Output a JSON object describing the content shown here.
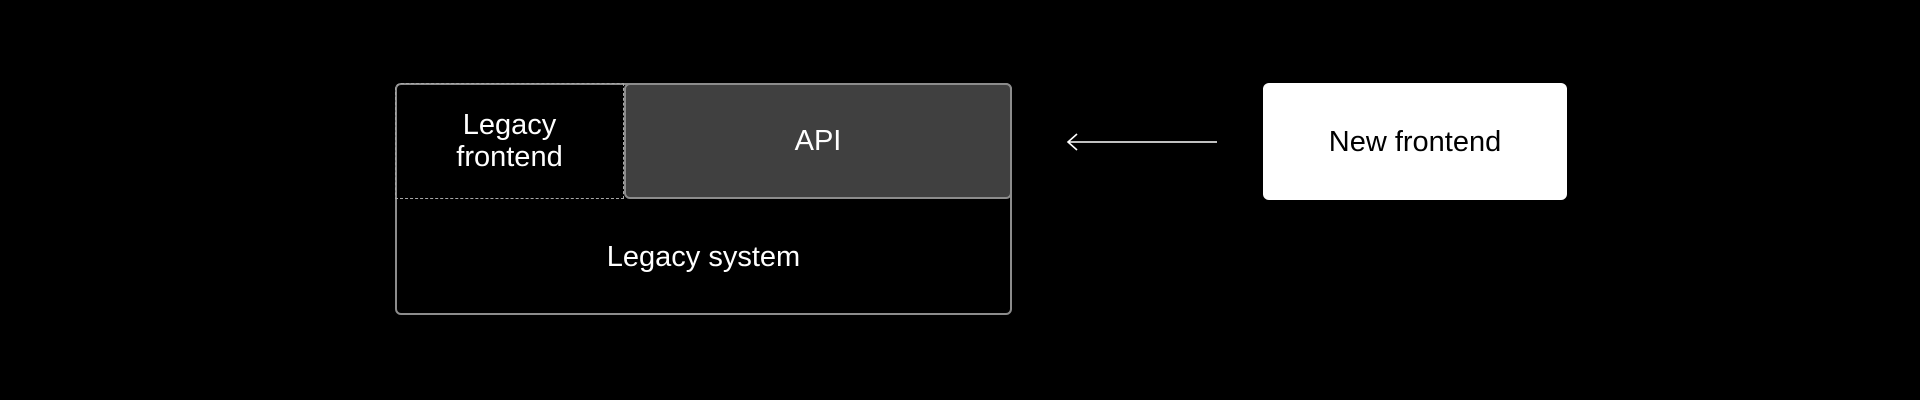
{
  "diagram": {
    "legacy_system": {
      "label": "Legacy system"
    },
    "legacy_frontend": {
      "label": "Legacy\nfrontend"
    },
    "api": {
      "label": "API"
    },
    "new_frontend": {
      "label": "New frontend"
    },
    "arrow": {
      "direction": "left",
      "from": "New frontend",
      "to": "API"
    }
  },
  "colors": {
    "background": "#000000",
    "api_fill": "#404040",
    "new_frontend_fill": "#ffffff",
    "border": "#8c8c8c",
    "text": "#ffffff"
  }
}
